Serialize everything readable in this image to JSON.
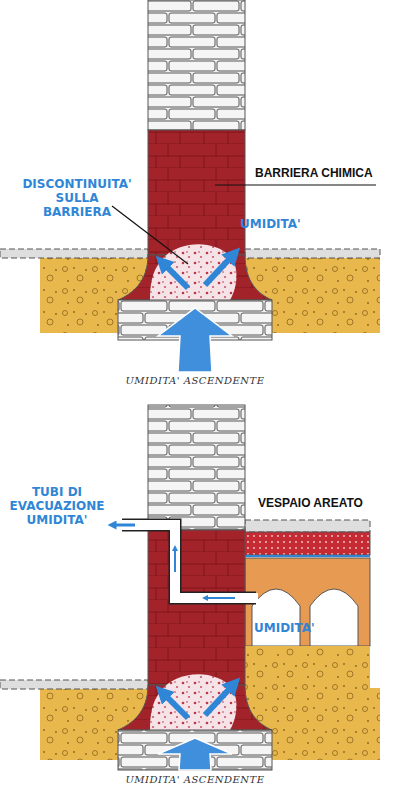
{
  "diagram": {
    "labels": [
      "BARRIERA CHIMICA",
      "DISCONTINUITA' SULLA BARRIERA",
      "UMIDITA'",
      "UMIDITA' ASCENDENTE",
      "VESPAIO AREATO",
      "TUBI DI EVACUAZIONE UMIDITA'",
      "UMIDITA'",
      "UMIDITA' ASCENDENTE"
    ]
  }
}
